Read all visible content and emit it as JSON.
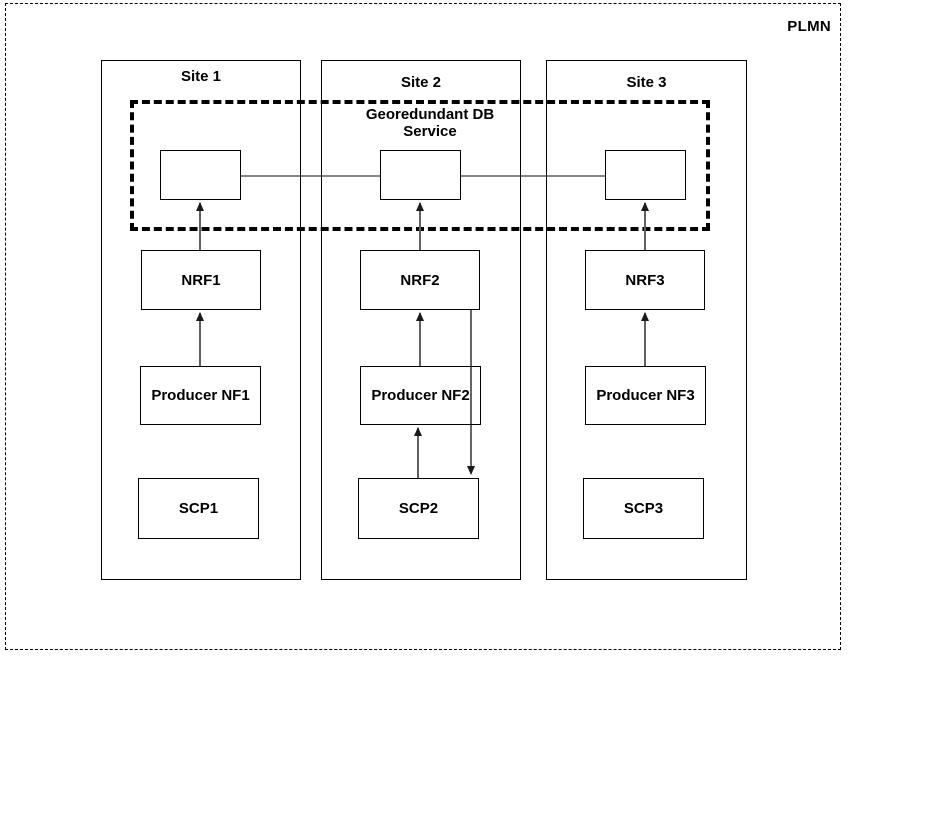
{
  "plmn": {
    "label": "PLMN"
  },
  "geo_db": {
    "label": "Georedundant DB Service"
  },
  "sites": [
    {
      "title": "Site 1",
      "nrf": "NRF1",
      "producer": "Producer NF1",
      "scp": "SCP1"
    },
    {
      "title": "Site 2",
      "nrf": "NRF2",
      "producer": "Producer NF2",
      "scp": "SCP2"
    },
    {
      "title": "Site 3",
      "nrf": "NRF3",
      "producer": "Producer NF3",
      "scp": "SCP3"
    }
  ],
  "connections": [
    {
      "from": "NRF1",
      "to": "Site 1 DB",
      "style": "arrow-up"
    },
    {
      "from": "Producer NF1",
      "to": "NRF1",
      "style": "arrow-up"
    },
    {
      "from": "NRF2",
      "to": "Site 2 DB",
      "style": "arrow-up"
    },
    {
      "from": "Producer NF2",
      "to": "NRF2",
      "style": "arrow-up"
    },
    {
      "from": "SCP2",
      "to": "Producer NF2",
      "style": "arrow-up"
    },
    {
      "from": "NRF2",
      "to": "SCP2",
      "style": "arrow-down"
    },
    {
      "from": "NRF3",
      "to": "Site 3 DB",
      "style": "arrow-up"
    },
    {
      "from": "Producer NF3",
      "to": "NRF3",
      "style": "arrow-up"
    },
    {
      "from": "Site 1 DB",
      "to": "Site 2 DB",
      "style": "plain-line"
    },
    {
      "from": "Site 2 DB",
      "to": "Site 3 DB",
      "style": "plain-line"
    }
  ],
  "colors": {
    "line": "#000000",
    "arrow_shaft": "#616161",
    "arrow_head": "#1a1a1a",
    "background": "#ffffff"
  }
}
